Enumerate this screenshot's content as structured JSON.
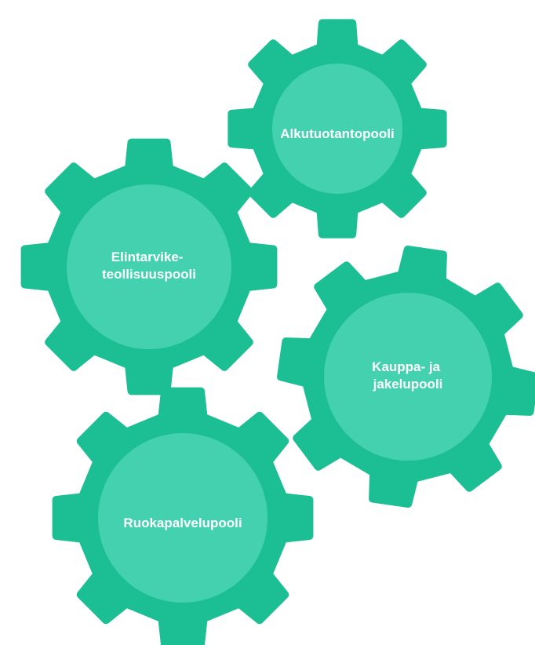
{
  "colors": {
    "gear_outer": "#1cbf93",
    "gear_inner": "#43d1b0",
    "label_text": "#ffffff",
    "background": "#ffffff"
  },
  "gears": [
    {
      "id": "alkutuotanto",
      "icon": "gear-icon",
      "label_lines": [
        "Alkutuotantopooli"
      ]
    },
    {
      "id": "elintarviketeollisuus",
      "icon": "gear-icon",
      "label_lines": [
        "Elintarvike-",
        "teollisuuspooli"
      ]
    },
    {
      "id": "kauppa-jakelu",
      "icon": "gear-icon",
      "label_lines": [
        "Kauppa- ja",
        "jakelupooli"
      ]
    },
    {
      "id": "ruokapalvelu",
      "icon": "gear-icon",
      "label_lines": [
        "Ruokapalvelupooli"
      ]
    }
  ]
}
